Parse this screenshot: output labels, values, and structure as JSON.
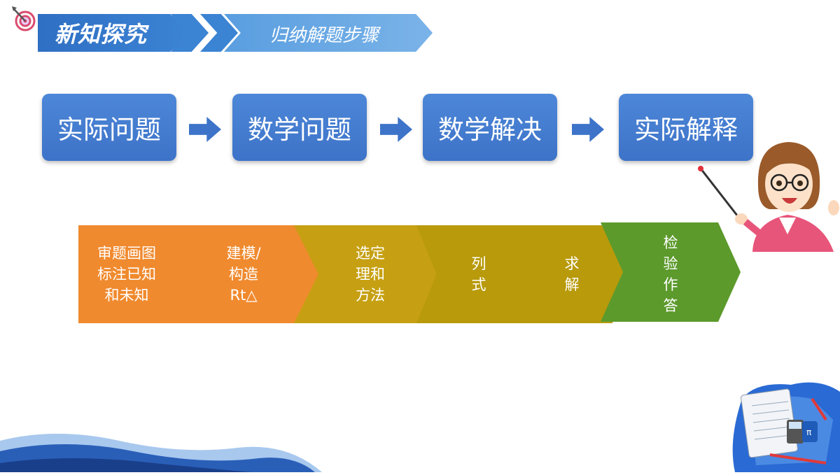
{
  "header": {
    "title": "新知探究",
    "subtitle": "归纳解题步骤"
  },
  "process": [
    {
      "label": "实际问题"
    },
    {
      "label": "数学问题"
    },
    {
      "label": "数学解决"
    },
    {
      "label": "实际解释"
    }
  ],
  "steps": [
    {
      "lines": [
        "审题画图",
        "标注已知",
        "和未知"
      ],
      "color": "#f08a2e"
    },
    {
      "lines": [
        "建模/",
        "构造",
        "Rt△"
      ],
      "color": "#f08a2e"
    },
    {
      "lines": [
        "选定",
        "理和",
        "方法"
      ],
      "color": "#c6a012"
    },
    {
      "lines": [
        "列",
        "式"
      ],
      "color": "#b89a0b"
    },
    {
      "lines": [
        "求",
        "解"
      ],
      "color": "#b89a0b"
    },
    {
      "lines": [
        "检",
        "验",
        "作",
        "答"
      ],
      "color": "#5c9a2c"
    }
  ],
  "colors": {
    "header_blue": "#2f6fc4",
    "box_blue": "#4a82d4",
    "orange": "#f08a2e",
    "olive": "#b89a0b",
    "green": "#5c9a2c"
  },
  "icons": {
    "corner_target": "target-dart-icon",
    "teacher": "teacher-illustration",
    "math_decor": "math-notebook-illustration"
  }
}
